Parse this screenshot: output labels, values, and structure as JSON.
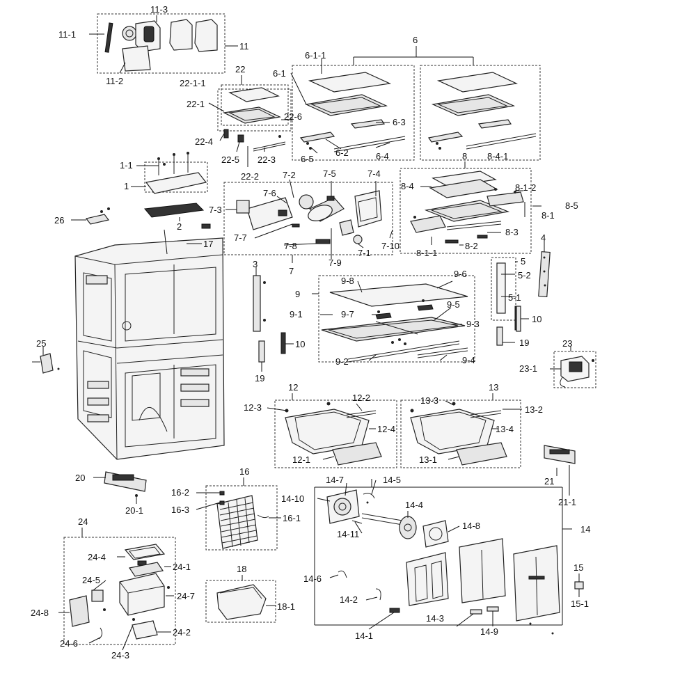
{
  "labels": {
    "l11": "11",
    "l11_1": "11-1",
    "l11_2": "11-2",
    "l11_3": "11-3",
    "l6": "6",
    "l6_1": "6-1",
    "l6_1_1": "6-1-1",
    "l6_2": "6-2",
    "l6_3": "6-3",
    "l6_4": "6-4",
    "l6_5": "6-5",
    "l22": "22",
    "l22_1": "22-1",
    "l22_1_1": "22-1-1",
    "l22_2": "22-2",
    "l22_3": "22-3",
    "l22_4": "22-4",
    "l22_5": "22-5",
    "l22_6": "22-6",
    "l8": "8",
    "l8_1": "8-1",
    "l8_1_1": "8-1-1",
    "l8_1_2": "8-1-2",
    "l8_2": "8-2",
    "l8_3": "8-3",
    "l8_4": "8-4",
    "l8_4_1": "8-4-1",
    "l8_5": "8-5",
    "l1": "1",
    "l1_1": "1-1",
    "l2": "2",
    "l26": "26",
    "l17": "17",
    "l7": "7",
    "l7_1": "7-1",
    "l7_2": "7-2",
    "l7_3": "7-3",
    "l7_4": "7-4",
    "l7_5": "7-5",
    "l7_6": "7-6",
    "l7_7": "7-7",
    "l7_8": "7-8",
    "l7_9": "7-9",
    "l7_10": "7-10",
    "l3": "3",
    "l4": "4",
    "l5": "5",
    "l5_1": "5-1",
    "l5_2": "5-2",
    "l9": "9",
    "l9_1": "9-1",
    "l9_2": "9-2",
    "l9_3": "9-3",
    "l9_4": "9-4",
    "l9_5": "9-5",
    "l9_6": "9-6",
    "l9_7": "9-7",
    "l9_8": "9-8",
    "l10a": "10",
    "l10b": "10",
    "l19a": "19",
    "l19b": "19",
    "l25": "25",
    "l23": "23",
    "l23_1": "23-1",
    "l12": "12",
    "l12_1": "12-1",
    "l12_2": "12-2",
    "l12_3": "12-3",
    "l12_4": "12-4",
    "l13": "13",
    "l13_1": "13-1",
    "l13_2": "13-2",
    "l13_3": "13-3",
    "l13_4": "13-4",
    "l20": "20",
    "l20_1": "20-1",
    "l21": "21",
    "l21_1": "21-1",
    "l16": "16",
    "l16_1": "16-1",
    "l16_2": "16-2",
    "l16_3": "16-3",
    "l14": "14",
    "l14_1": "14-1",
    "l14_2": "14-2",
    "l14_3": "14-3",
    "l14_4": "14-4",
    "l14_5": "14-5",
    "l14_6": "14-6",
    "l14_7": "14-7",
    "l14_8": "14-8",
    "l14_9": "14-9",
    "l14_10": "14-10",
    "l14_11": "14-11",
    "l15": "15",
    "l15_1": "15-1",
    "l18": "18",
    "l18_1": "18-1",
    "l24": "24",
    "l24_1": "24-1",
    "l24_2": "24-2",
    "l24_3": "24-3",
    "l24_4": "24-4",
    "l24_5": "24-5",
    "l24_6": "24-6",
    "l24_7": "24-7",
    "l24_8": "24-8"
  }
}
